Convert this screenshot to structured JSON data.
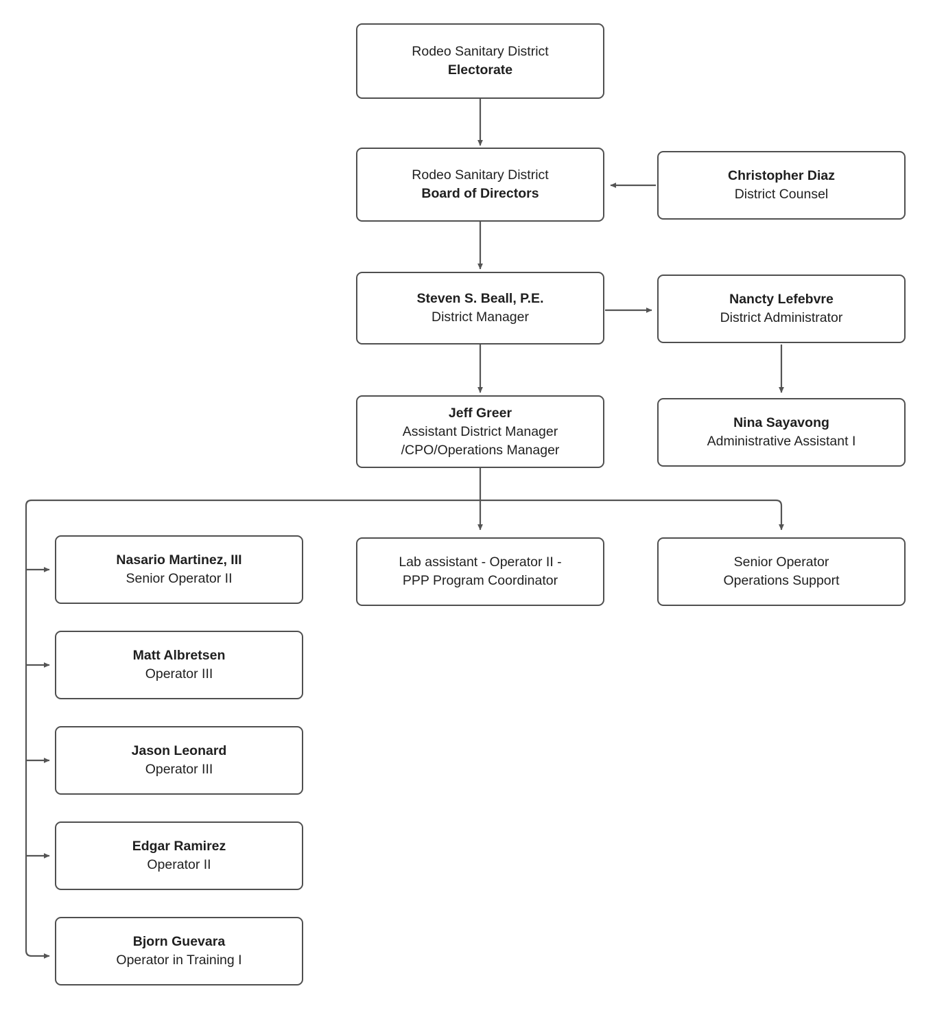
{
  "document": {
    "title": "Rodeo Sanitary District Organizational Chart",
    "type": "organizational-chart",
    "background_color": "#ffffff",
    "box_border_color": "#4f4f4f",
    "connector_color": "#545454",
    "text_color": "#1f1f1f"
  },
  "nodes": {
    "electorate": {
      "line1": "Rodeo Sanitary District",
      "line2": "Electorate",
      "line1_bold": false,
      "line2_bold": true
    },
    "board": {
      "line1": "Rodeo Sanitary District",
      "line2": "Board of Directors",
      "line1_bold": false,
      "line2_bold": true
    },
    "counsel": {
      "line1": "Christopher Diaz",
      "line2": "District Counsel",
      "line1_bold": true,
      "line2_bold": false
    },
    "district_manager": {
      "line1": "Steven S. Beall, P.E.",
      "line2": "District Manager",
      "line1_bold": true,
      "line2_bold": false
    },
    "district_administrator": {
      "line1": "Nancty Lefebvre",
      "line2": "District Administrator",
      "line1_bold": true,
      "line2_bold": false
    },
    "assistant_district_manager": {
      "line1": "Jeff Greer",
      "line2": "Assistant District Manager",
      "line3": "/CPO/Operations Manager",
      "line1_bold": true,
      "line2_bold": false,
      "line3_bold": false
    },
    "administrative_assistant": {
      "line1": "Nina Sayavong",
      "line2": "Administrative Assistant I",
      "line1_bold": true,
      "line2_bold": false
    },
    "senior_operator_ii": {
      "line1": "Nasario Martinez, III",
      "line2": "Senior Operator II",
      "line1_bold": true,
      "line2_bold": false
    },
    "lab_assistant": {
      "line1": "Lab assistant - Operator II -",
      "line2": "PPP Program Coordinator",
      "line1_bold": false,
      "line2_bold": false
    },
    "operations_support": {
      "line1": "Senior Operator",
      "line2": "Operations Support",
      "line1_bold": false,
      "line2_bold": false
    },
    "operator_albretsen": {
      "line1": "Matt Albretsen",
      "line2": "Operator III",
      "line1_bold": true,
      "line2_bold": false
    },
    "operator_leonard": {
      "line1": "Jason Leonard",
      "line2": "Operator III",
      "line1_bold": true,
      "line2_bold": false
    },
    "operator_ramirez": {
      "line1": "Edgar Ramirez",
      "line2": "Operator II",
      "line1_bold": true,
      "line2_bold": false
    },
    "operator_guevara": {
      "line1": "Bjorn Guevara",
      "line2": "Operator in Training I",
      "line1_bold": true,
      "line2_bold": false
    }
  }
}
